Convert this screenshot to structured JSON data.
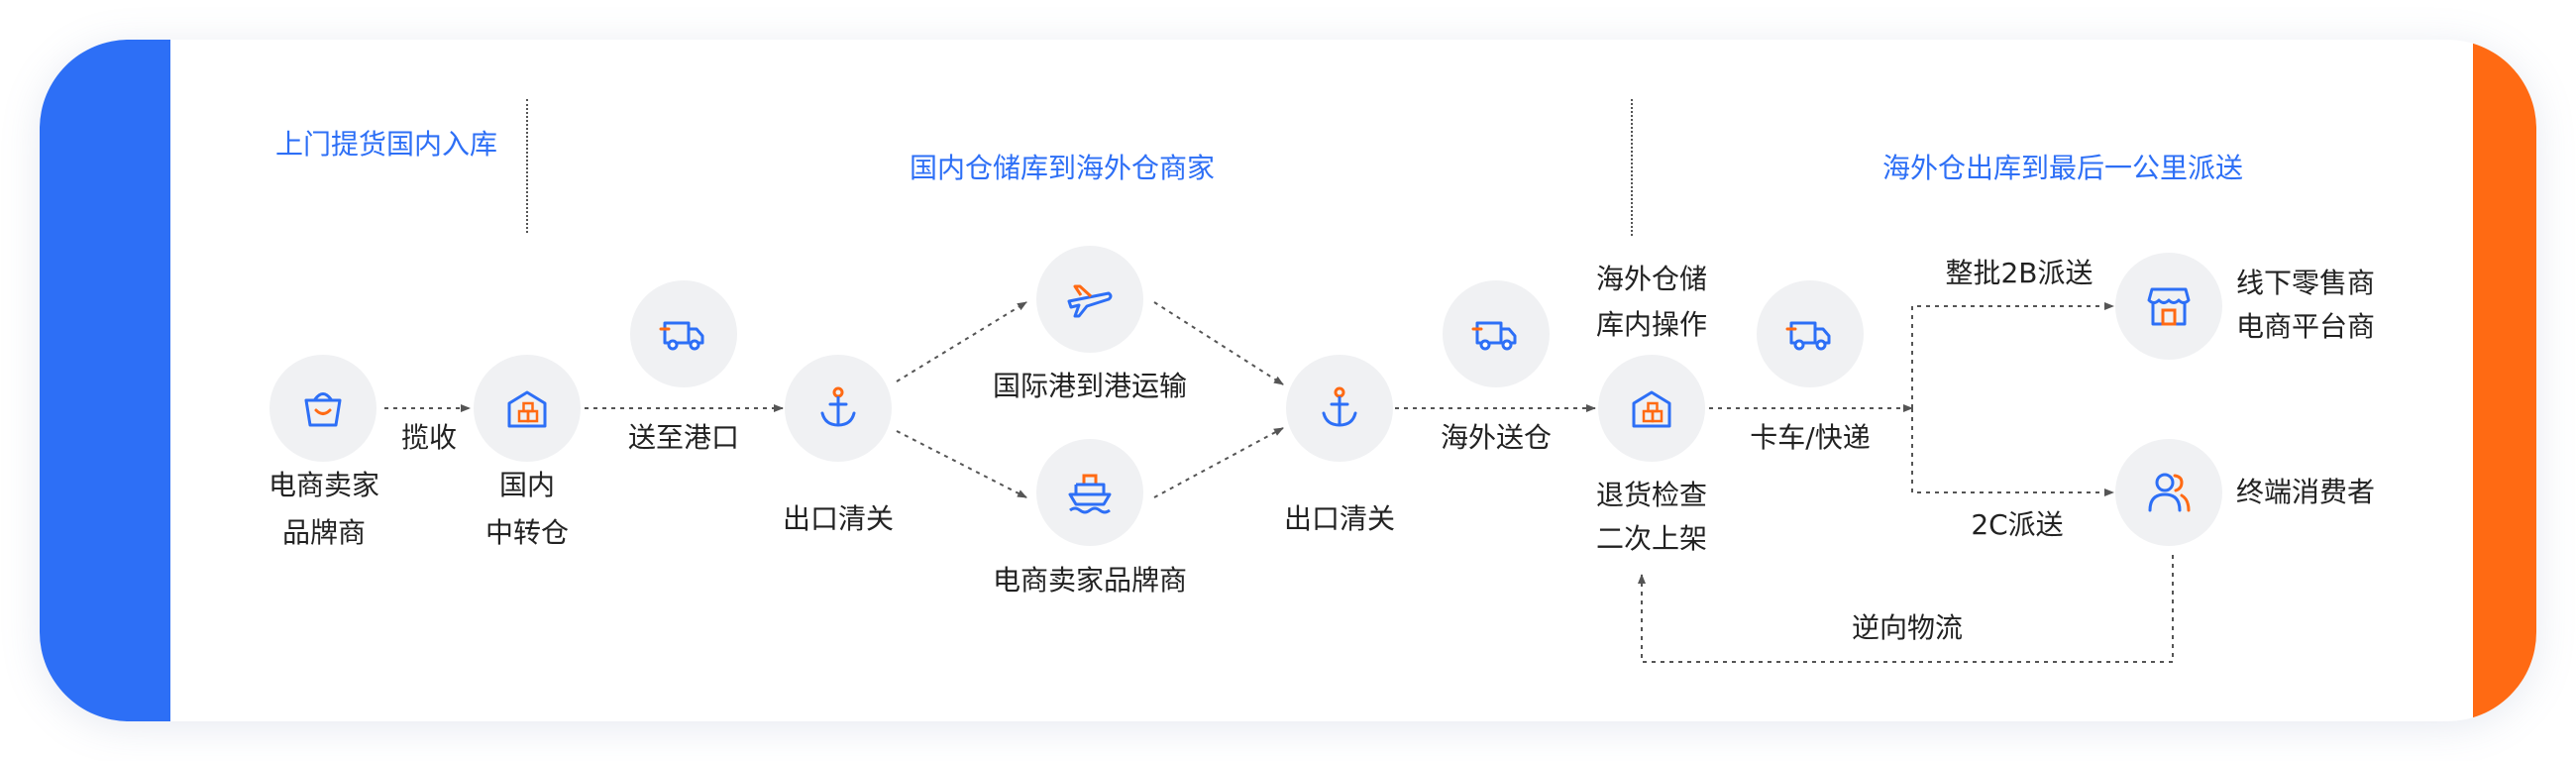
{
  "colors": {
    "blue": "#2d6ff6",
    "orange": "#ff6a13",
    "circle_bg": "#f0f1f3",
    "text": "#222222"
  },
  "sections": {
    "pickup": "上门提货国内入库",
    "domestic_to_overseas": "国内仓储库到海外仓商家",
    "last_mile": "海外仓出库到最后一公里派送"
  },
  "nodes": {
    "seller": {
      "icon": "shopping-bag-icon",
      "line1": "电商卖家",
      "line2": "品牌商"
    },
    "transit": {
      "icon": "warehouse-icon",
      "line1": "国内",
      "line2": "中转仓"
    },
    "customs_export": {
      "icon": "anchor-icon",
      "label": "出口清关"
    },
    "air": {
      "icon": "airplane-icon",
      "label": "国际港到港运输"
    },
    "ship": {
      "icon": "ship-icon",
      "label": "电商卖家品牌商"
    },
    "customs_import": {
      "icon": "anchor-icon",
      "label": "出口清关"
    },
    "overseas": {
      "icon": "warehouse-icon",
      "top1": "海外仓储",
      "top2": "库内操作",
      "bottom1": "退货检查",
      "bottom2": "二次上架"
    },
    "retail": {
      "icon": "store-icon",
      "line1": "线下零售商",
      "line2": "电商平台商"
    },
    "consumer": {
      "icon": "user-group-icon",
      "label": "终端消费者"
    }
  },
  "edges": {
    "pickup": "揽收",
    "to_port": "送至港口",
    "to_warehouse": "海外送仓",
    "truck_express": "卡车/快递",
    "b2b": "整批2B派送",
    "c2c": "2C派送",
    "reverse": "逆向物流"
  },
  "truck_icons": [
    "truck-icon",
    "truck-icon",
    "truck-icon"
  ]
}
